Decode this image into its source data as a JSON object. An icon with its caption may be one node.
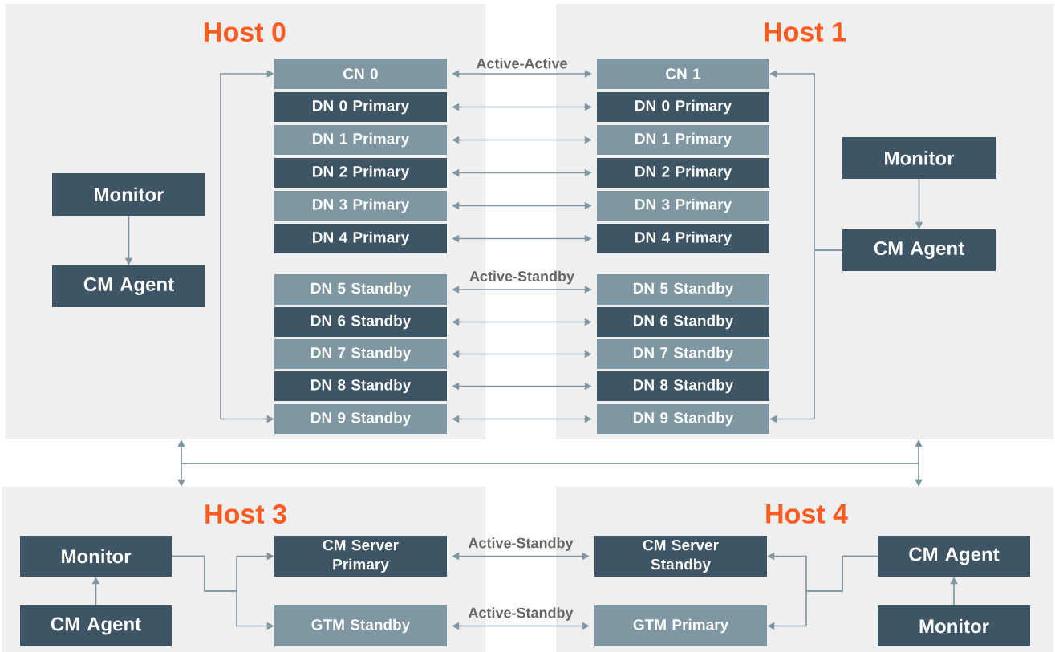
{
  "diagram": {
    "nodes": [
      {
        "text": [
          "Host 0"
        ]
      },
      {
        "text": [
          "Monitor"
        ],
        "in": 0
      },
      {
        "text": [
          "CM Agent"
        ],
        "in": 0
      },
      {
        "text": [
          "CN 0"
        ],
        "in": 0
      },
      {
        "text": [
          "DN 0 Primary"
        ],
        "in": 0
      },
      {
        "text": [
          "DN 1 Primary"
        ],
        "in": 0
      },
      {
        "text": [
          "DN 2 Primary"
        ],
        "in": 0
      },
      {
        "text": [
          "DN 3 Primary"
        ],
        "in": 0
      },
      {
        "text": [
          "DN 4 Primary"
        ],
        "in": 0
      },
      {
        "text": [
          "DN 5 Standby"
        ],
        "in": 0
      },
      {
        "text": [
          "DN 6 Standby"
        ],
        "in": 0
      },
      {
        "text": [
          "DN 7 Standby"
        ],
        "in": 0
      },
      {
        "text": [
          "DN 8 Standby"
        ],
        "in": 0
      },
      {
        "text": [
          "DN 9 Standby"
        ],
        "in": 0
      },
      {
        "text": [
          "Host 1"
        ]
      },
      {
        "text": [
          "CN 1"
        ],
        "in": 14
      },
      {
        "text": [
          "DN 0 Primary"
        ],
        "in": 14
      },
      {
        "text": [
          "DN 1 Primary"
        ],
        "in": 14
      },
      {
        "text": [
          "DN 2 Primary"
        ],
        "in": 14
      },
      {
        "text": [
          "DN 3 Primary"
        ],
        "in": 14
      },
      {
        "text": [
          "DN 4 Primary"
        ],
        "in": 14
      },
      {
        "text": [
          "DN 5 Standby"
        ],
        "in": 14
      },
      {
        "text": [
          "DN 6 Standby"
        ],
        "in": 14
      },
      {
        "text": [
          "DN 7 Standby"
        ],
        "in": 14
      },
      {
        "text": [
          "DN 8 Standby"
        ],
        "in": 14
      },
      {
        "text": [
          "DN 9 Standby"
        ],
        "in": 14
      },
      {
        "text": [
          "Monitor"
        ],
        "in": 14
      },
      {
        "text": [
          "CM Agent"
        ],
        "in": 14
      },
      {
        "text": [
          "Host 3"
        ]
      },
      {
        "text": [
          "Monitor"
        ],
        "in": 28
      },
      {
        "text": [
          "CM Agent"
        ],
        "in": 28
      },
      {
        "text": [
          "CM Server Primary"
        ],
        "in": 28
      },
      {
        "text": [
          "GTM Standby"
        ],
        "in": 28
      },
      {
        "text": [
          "Host 4"
        ]
      },
      {
        "text": [
          "CM Server Standby"
        ],
        "in": 33
      },
      {
        "text": [
          "GTM Primary"
        ],
        "in": 33
      },
      {
        "text": [
          "CM Agent"
        ],
        "in": 33
      },
      {
        "text": [
          "Monitor"
        ],
        "in": 33
      }
    ],
    "edges": [
      {
        "from": null,
        "to": 3,
        "arrow": "to"
      },
      {
        "from": null,
        "to": 13,
        "arrow": "to"
      },
      {
        "from": 1,
        "to": 2,
        "arrow": "to"
      },
      {
        "from": 3,
        "to": 15,
        "arrow": "both",
        "label": "Active-Active"
      },
      {
        "from": 4,
        "to": 16,
        "arrow": "both"
      },
      {
        "from": 5,
        "to": 17,
        "arrow": "both"
      },
      {
        "from": 6,
        "to": 18,
        "arrow": "both"
      },
      {
        "from": 7,
        "to": 19,
        "arrow": "both"
      },
      {
        "from": 8,
        "to": 20,
        "arrow": "both"
      },
      {
        "from": 9,
        "to": 21,
        "arrow": "both",
        "label": "Active-Standby"
      },
      {
        "from": 10,
        "to": 22,
        "arrow": "both"
      },
      {
        "from": 11,
        "to": 23,
        "arrow": "both"
      },
      {
        "from": 12,
        "to": 24,
        "arrow": "both"
      },
      {
        "from": 13,
        "to": 25,
        "arrow": "both"
      },
      {
        "from": 26,
        "to": 27,
        "arrow": "to"
      },
      {
        "from": 27,
        "to": 15,
        "arrow": "to"
      },
      {
        "from": 27,
        "to": 25,
        "arrow": "to"
      },
      {
        "from": 30,
        "to": 29,
        "arrow": "to"
      },
      {
        "from": 29,
        "to": 31,
        "arrow": "to"
      },
      {
        "from": 29,
        "to": 32,
        "arrow": "to"
      },
      {
        "from": 31,
        "to": 34,
        "arrow": "both",
        "label": "Active-Standby"
      },
      {
        "from": 32,
        "to": 35,
        "arrow": "both",
        "label": "Active-Standby"
      },
      {
        "from": 37,
        "to": 36,
        "arrow": "to"
      },
      {
        "from": 36,
        "to": 34,
        "arrow": "to"
      },
      {
        "from": 36,
        "to": 35,
        "arrow": "to"
      },
      {
        "from": 0,
        "to": 33,
        "arrow": "both"
      },
      {
        "from": 14,
        "to": 28,
        "arrow": "both"
      }
    ]
  }
}
